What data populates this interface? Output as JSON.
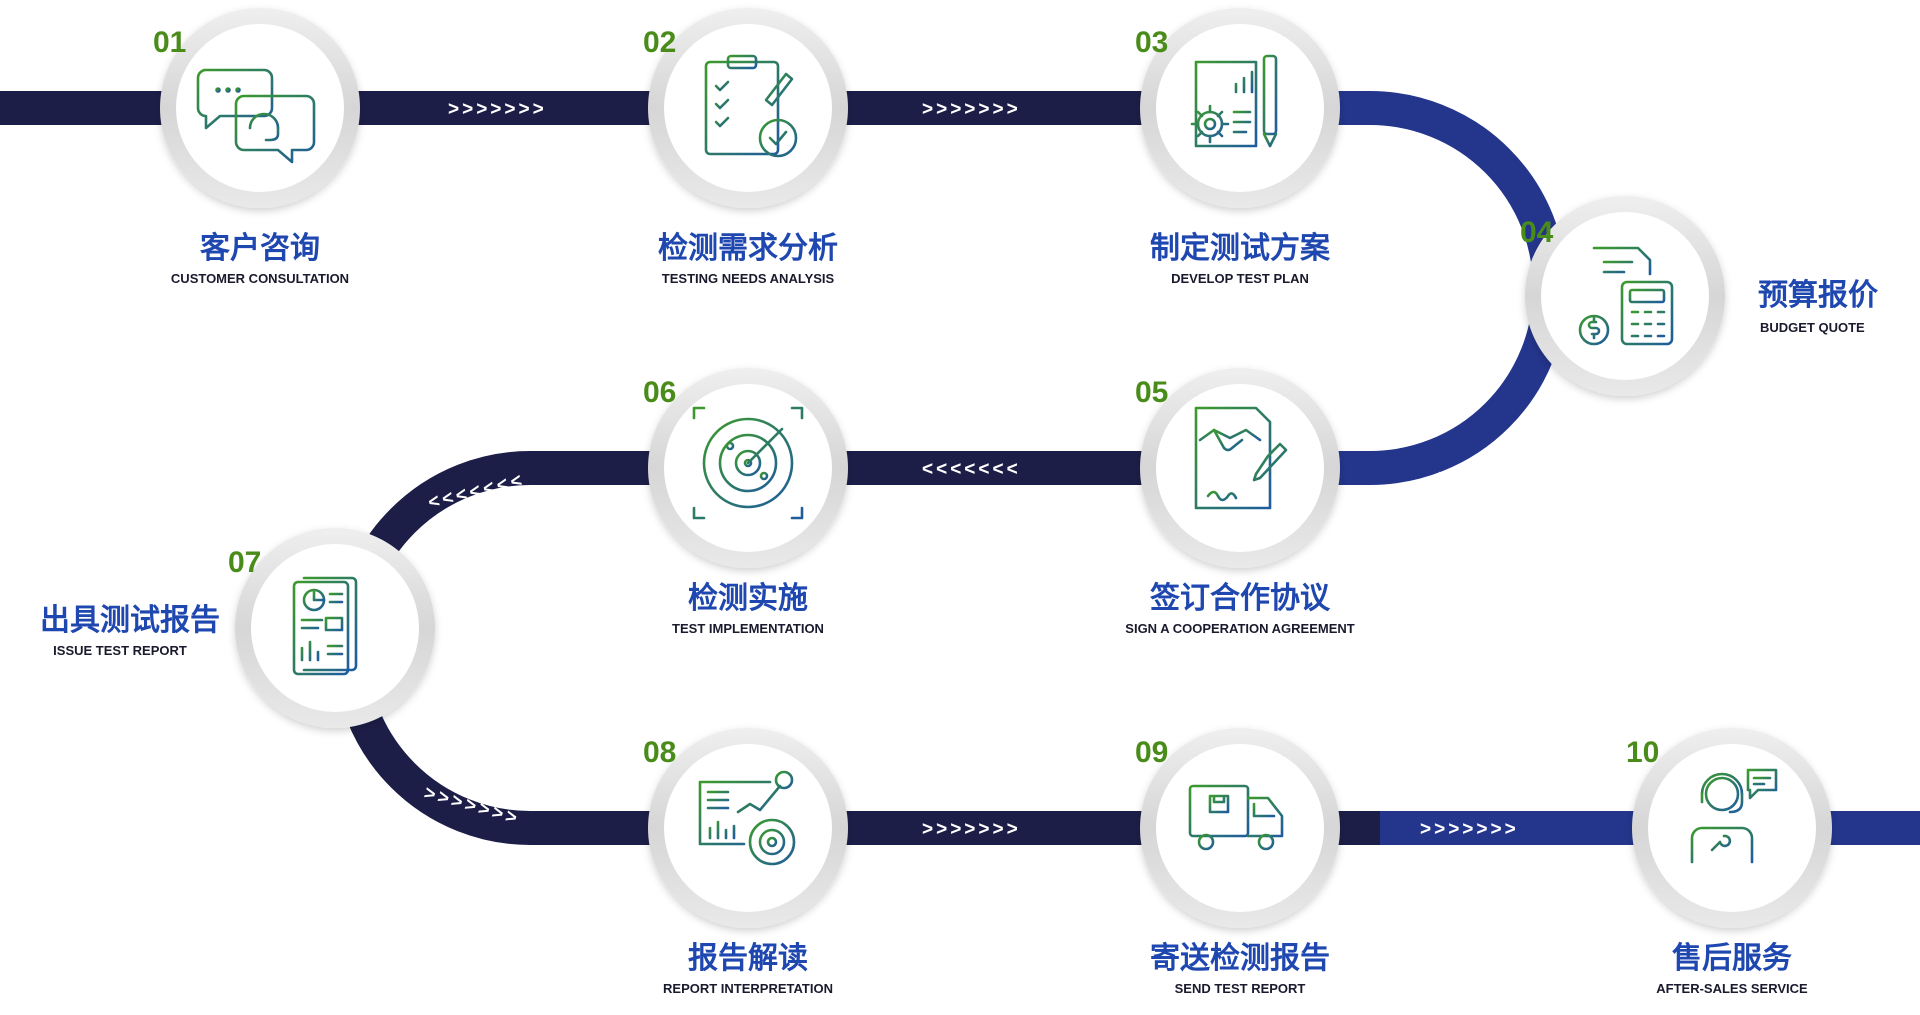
{
  "colors": {
    "path_dark": "#1c1e48",
    "path_blue": "#24358c",
    "number_green": "#4a8c19",
    "title_blue": "#1f47b0",
    "icon_green": "#3c9a2c",
    "icon_blue": "#1e5c9e"
  },
  "steps": [
    {
      "number": "01",
      "title_cn": "客户咨询",
      "title_en": "CUSTOMER CONSULTATION",
      "icon": "chat-headset-icon"
    },
    {
      "number": "02",
      "title_cn": "检测需求分析",
      "title_en": "TESTING NEEDS ANALYSIS",
      "icon": "clipboard-checklist-icon"
    },
    {
      "number": "03",
      "title_cn": "制定测试方案",
      "title_en": "DEVELOP TEST PLAN",
      "icon": "plan-gear-chart-icon"
    },
    {
      "number": "04",
      "title_cn": "预算报价",
      "title_en": "BUDGET QUOTE",
      "icon": "calculator-coins-icon"
    },
    {
      "number": "05",
      "title_cn": "签订合作协议",
      "title_en": "SIGN A COOPERATION AGREEMENT",
      "icon": "handshake-contract-icon"
    },
    {
      "number": "06",
      "title_cn": "检测实施",
      "title_en": "TEST IMPLEMENTATION",
      "icon": "radar-target-icon"
    },
    {
      "number": "07",
      "title_cn": "出具测试报告",
      "title_en": "ISSUE TEST REPORT",
      "icon": "report-document-icon"
    },
    {
      "number": "08",
      "title_cn": "报告解读",
      "title_en": "REPORT INTERPRETATION",
      "icon": "analytics-dashboard-icon"
    },
    {
      "number": "09",
      "title_cn": "寄送检测报告",
      "title_en": "SEND TEST REPORT",
      "icon": "delivery-truck-icon"
    },
    {
      "number": "10",
      "title_cn": "售后服务",
      "title_en": "AFTER-SALES SERVICE",
      "icon": "support-agent-icon"
    }
  ],
  "arrows": {
    "right": ">>>>>>>",
    "left": "<<<<<<<"
  }
}
